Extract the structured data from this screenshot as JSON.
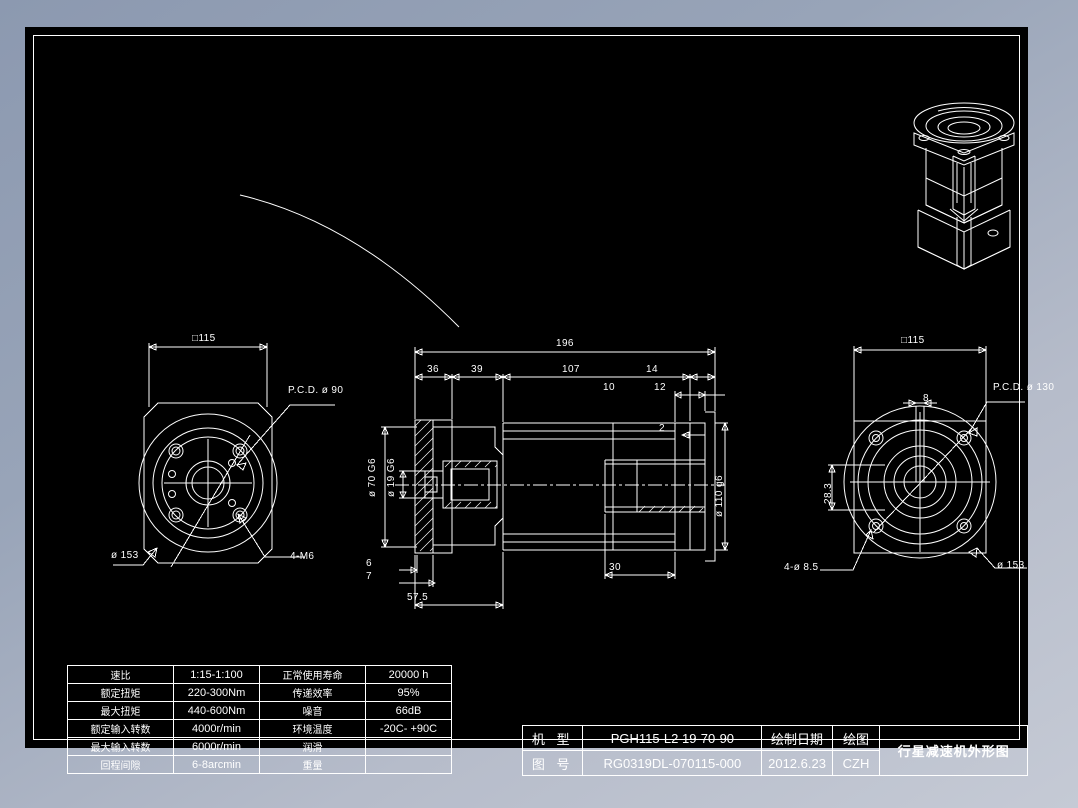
{
  "drawing": {
    "title": "行星减速机外形图",
    "model_label": "机 型",
    "model_value": "PGH115-L2 19-70-90",
    "drawing_no_label": "图 号",
    "drawing_no_value": "RG0319DL-070115-000",
    "date_label": "绘制日期",
    "date_value": "2012.6.23",
    "drawn_by_label": "绘图",
    "drawn_by_value": "CZH"
  },
  "spec_table": {
    "rows": [
      {
        "p1": "速比",
        "v1": "1:15-1:100",
        "p2": "正常使用寿命",
        "v2": "20000 h"
      },
      {
        "p1": "额定扭矩",
        "v1": "220-300Nm",
        "p2": "传递效率",
        "v2": "95%"
      },
      {
        "p1": "最大扭矩",
        "v1": "440-600Nm",
        "p2": "噪音",
        "v2": "66dB"
      },
      {
        "p1": "额定输入转数",
        "v1": "4000r/min",
        "p2": "环境温度",
        "v2": "-20C- +90C"
      },
      {
        "p1": "最大输入转数",
        "v1": "6000r/min",
        "p2": "润滑",
        "v2": ""
      },
      {
        "p1": "回程间隙",
        "v1": "6-8arcmin",
        "p2": "重量",
        "v2": ""
      }
    ]
  },
  "views": {
    "left_view": {
      "name": "input-flange-end-view",
      "dims": {
        "square": "□115",
        "pcd": "P.C.D.  ø 90",
        "bolts": "4-M6",
        "outer_dia": "ø 153"
      }
    },
    "section_view": {
      "name": "longitudinal-section-view",
      "dims": {
        "total_length": "196",
        "d36": "36",
        "d39": "39",
        "d107": "107",
        "d14": "14",
        "d10": "10",
        "d12": "12",
        "d2": "2",
        "d30": "30",
        "d6": "6",
        "d7": "7",
        "d57_5": "57.5",
        "bore_70": "ø 70 G6",
        "bore_19": "ø 19 G6",
        "pilot_110": "ø 110 g6"
      }
    },
    "right_view": {
      "name": "output-flange-end-view",
      "dims": {
        "square": "□115",
        "pcd": "P.C.D.  ø 130",
        "key_width": "8",
        "key_depth": "28.3",
        "holes": "4-ø 8.5",
        "outer_dia": "ø 153"
      }
    }
  },
  "colors": {
    "background_top": "#8c99b0",
    "background_bottom": "#c5cad5",
    "paper": "#000000",
    "ink": "#ffffff"
  }
}
